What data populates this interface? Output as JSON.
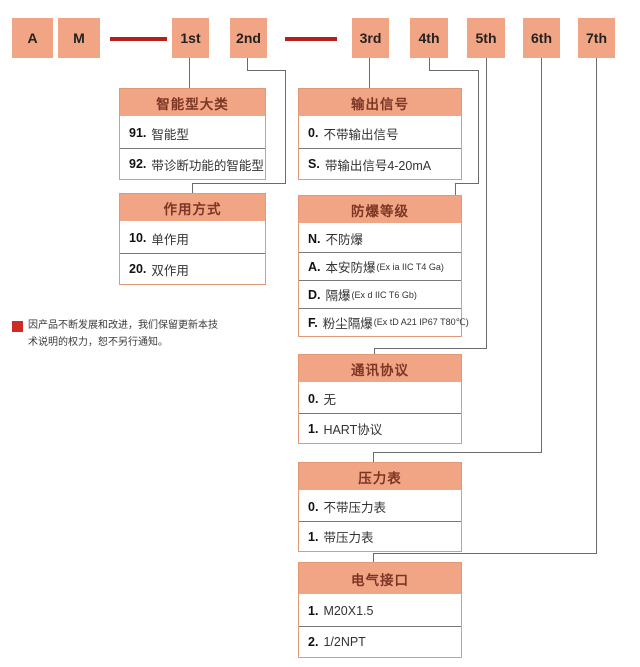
{
  "code_boxes": [
    {
      "label": "A"
    },
    {
      "label": "M"
    },
    {
      "label": "1st"
    },
    {
      "label": "2nd"
    },
    {
      "label": "3rd"
    },
    {
      "label": "4th"
    },
    {
      "label": "5th"
    },
    {
      "label": "6th"
    },
    {
      "label": "7th"
    }
  ],
  "tables": [
    {
      "title": "智能型大类",
      "rows": [
        {
          "code": "91.",
          "label": "智能型"
        },
        {
          "code": "92.",
          "label": "带诊断功能的智能型"
        }
      ]
    },
    {
      "title": "输出信号",
      "rows": [
        {
          "code": "0.",
          "label": "不带输出信号"
        },
        {
          "code": "S.",
          "label": "带输出信号4-20mA"
        }
      ]
    },
    {
      "title": "作用方式",
      "rows": [
        {
          "code": "10.",
          "label": "单作用"
        },
        {
          "code": "20.",
          "label": "双作用"
        }
      ]
    },
    {
      "title": "防爆等级",
      "rows": [
        {
          "code": "N.",
          "label": "不防爆",
          "detail": ""
        },
        {
          "code": "A.",
          "label": "本安防爆",
          "detail": "(Ex ia IIC T4 Ga)"
        },
        {
          "code": "D.",
          "label": "隔爆",
          "detail": "(Ex d IIC T6 Gb)"
        },
        {
          "code": "F.",
          "label": "粉尘隔爆",
          "detail": "(Ex tD A21 IP67 T80℃)"
        }
      ]
    },
    {
      "title": "通讯协议",
      "rows": [
        {
          "code": "0.",
          "label": "无"
        },
        {
          "code": "1.",
          "label": "HART协议"
        }
      ]
    },
    {
      "title": "压力表",
      "rows": [
        {
          "code": "0.",
          "label": "不带压力表"
        },
        {
          "code": "1.",
          "label": "带压力表"
        }
      ]
    },
    {
      "title": "电气接口",
      "rows": [
        {
          "code": "1.",
          "label": "M20X1.5"
        },
        {
          "code": "2.",
          "label": "1/2NPT"
        }
      ]
    }
  ],
  "note": {
    "text": "因产品不断发展和改进，我们保留更新本技术说明的权力，恕不另行通知。"
  },
  "colors": {
    "box_salmon": "#F2A584",
    "header_text": "#7B3626",
    "table_border": "#E09A78",
    "red_dash": "#B5201F",
    "note_red": "#CE2B23",
    "connector_gray": "#6B6B6B"
  }
}
